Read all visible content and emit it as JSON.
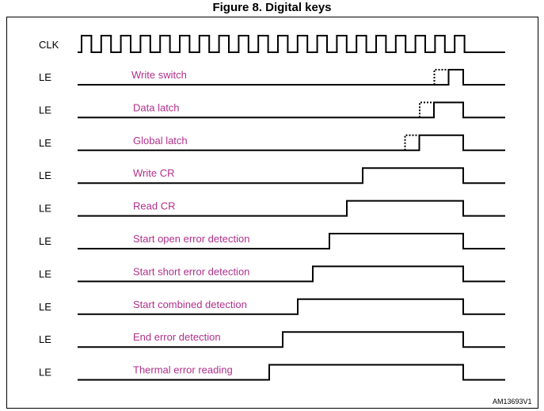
{
  "figure": {
    "title": "Figure 8. Digital keys",
    "reference": "AM13693V1",
    "key_color": "#b0308a"
  },
  "clk": {
    "label": "CLK",
    "pulses": 20
  },
  "rows": [
    {
      "signal": "LE",
      "key": "Write switch",
      "clock_pulses": 1,
      "setup": true
    },
    {
      "signal": "LE",
      "key": "Data latch",
      "clock_pulses": 2,
      "setup": true
    },
    {
      "signal": "LE",
      "key": "Global latch",
      "clock_pulses": 3,
      "setup": true
    },
    {
      "signal": "LE",
      "key": "Write CR",
      "clock_pulses": 5,
      "setup": false
    },
    {
      "signal": "LE",
      "key": "Read CR",
      "clock_pulses": 6,
      "setup": false
    },
    {
      "signal": "LE",
      "key": "Start open error detection",
      "clock_pulses": 7,
      "setup": false
    },
    {
      "signal": "LE",
      "key": "Start short error detection",
      "clock_pulses": 8,
      "setup": false
    },
    {
      "signal": "LE",
      "key": "Start combined detection",
      "clock_pulses": 9,
      "setup": false
    },
    {
      "signal": "LE",
      "key": "End error detection",
      "clock_pulses": 10,
      "setup": false
    },
    {
      "signal": "LE",
      "key": "Thermal error reading",
      "clock_pulses": 11,
      "setup": false
    }
  ]
}
